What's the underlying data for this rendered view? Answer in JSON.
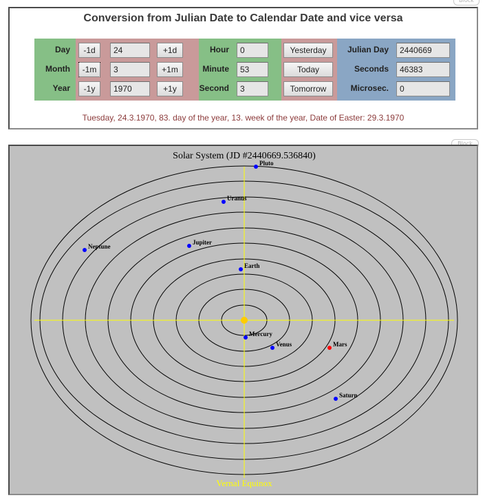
{
  "block_tag": "Block",
  "converter": {
    "title": "Conversion from Julian Date to Calendar Date and vice versa",
    "rows": [
      {
        "date_label": "Day",
        "minus_label": "-1d",
        "date_value": "24",
        "plus_label": "+1d",
        "time_label": "Hour",
        "time_value": "0",
        "nav_label": "Yesterday",
        "jd_label": "Julian Day",
        "jd_value": "2440669"
      },
      {
        "date_label": "Month",
        "minus_label": "-1m",
        "date_value": "3",
        "plus_label": "+1m",
        "time_label": "Minute",
        "time_value": "53",
        "nav_label": "Today",
        "jd_label": "Seconds",
        "jd_value": "46383"
      },
      {
        "date_label": "Year",
        "minus_label": "-1y",
        "date_value": "1970",
        "plus_label": "+1y",
        "time_label": "Second",
        "time_value": "3",
        "nav_label": "Tomorrow",
        "jd_label": "Microsec.",
        "jd_value": "0"
      }
    ],
    "status": "Tuesday, 24.3.1970, 83. day of the year, 13. week of the year, Date of Easter: 29.3.1970",
    "colors": {
      "green": "#86bf86",
      "red": "#c99a9a",
      "blue": "#8aa6c4",
      "status_text": "#8b3a3a"
    }
  },
  "orrery": {
    "title": "Solar System (JD #2440669.536840)",
    "axis_label": "Vernal Equinox",
    "colors": {
      "background": "#c0c0c0",
      "orbit": "#000000",
      "axis": "#ffff00",
      "sun": "#ffcc00",
      "planet": "#0000ff",
      "highlight_planet": "#ff0000"
    },
    "planets": [
      {
        "name": "Mercury",
        "color": "#0000ff"
      },
      {
        "name": "Venus",
        "color": "#0000ff"
      },
      {
        "name": "Earth",
        "color": "#0000ff"
      },
      {
        "name": "Mars",
        "color": "#ff0000"
      },
      {
        "name": "Jupiter",
        "color": "#0000ff"
      },
      {
        "name": "Saturn",
        "color": "#0000ff"
      },
      {
        "name": "Uranus",
        "color": "#0000ff"
      },
      {
        "name": "Neptune",
        "color": "#0000ff"
      },
      {
        "name": "Pluto",
        "color": "#0000ff"
      }
    ]
  }
}
